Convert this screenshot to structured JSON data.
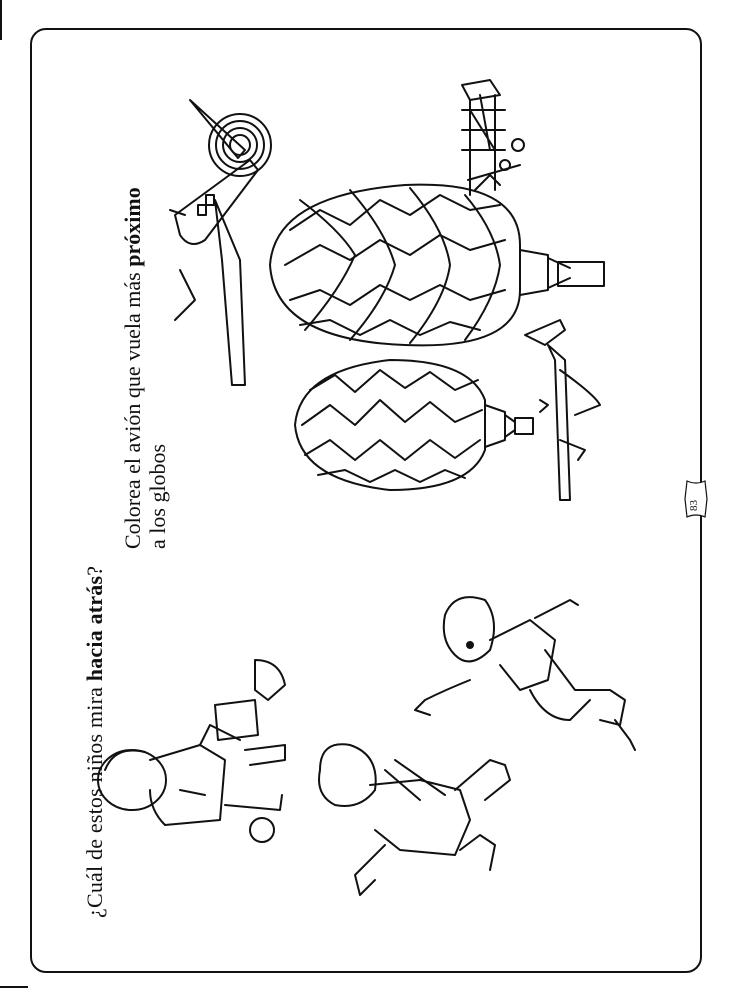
{
  "page": {
    "question_children_prefix": "¿Cuál de estos niños mira ",
    "question_children_bold": "hacia atrás",
    "question_children_suffix": "?",
    "instruction_line1_prefix": "Colorea el avión que vuela más ",
    "instruction_line1_bold": "próximo",
    "instruction_line2": "a los globos",
    "page_number": "83"
  },
  "illustrations": {
    "boy_with_box": "child-carrying-box",
    "girl_running": "child-running-looking-back",
    "boy_walking": "child-walking-away",
    "small_plane": "propeller-plane",
    "jet": "jet-airplane",
    "biplane": "biplane-with-pilots",
    "balloon_large": "hot-air-balloon-large",
    "balloon_small": "hot-air-balloon-small"
  }
}
